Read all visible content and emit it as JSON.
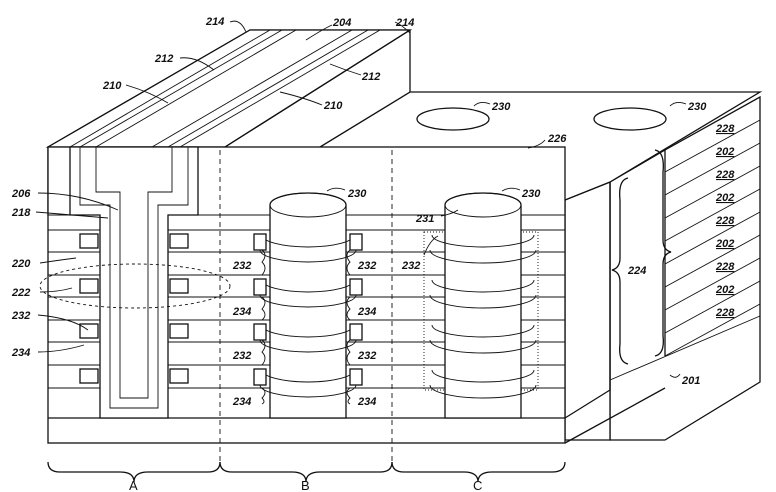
{
  "figure": {
    "labels": {
      "l214a": "214",
      "l204": "204",
      "l214b": "214",
      "l212a": "212",
      "l212b": "212",
      "l210a": "210",
      "l210b": "210",
      "l206": "206",
      "l218": "218",
      "l220": "220",
      "l222": "222",
      "l232a": "232",
      "l234a": "234",
      "l230a": "230",
      "l230b": "230",
      "l230c": "230",
      "l230d": "230",
      "l226": "226",
      "l231": "231",
      "l232b": "232",
      "l232c": "232",
      "l232d": "232",
      "l232e": "232",
      "l232f": "232",
      "l234b": "234",
      "l234c": "234",
      "l234d": "234",
      "l234e": "234",
      "l224": "224",
      "l201": "201"
    },
    "stack_labels": [
      "228",
      "202",
      "228",
      "202",
      "228",
      "202",
      "228",
      "202",
      "228"
    ],
    "regions": [
      "A",
      "B",
      "C"
    ]
  }
}
